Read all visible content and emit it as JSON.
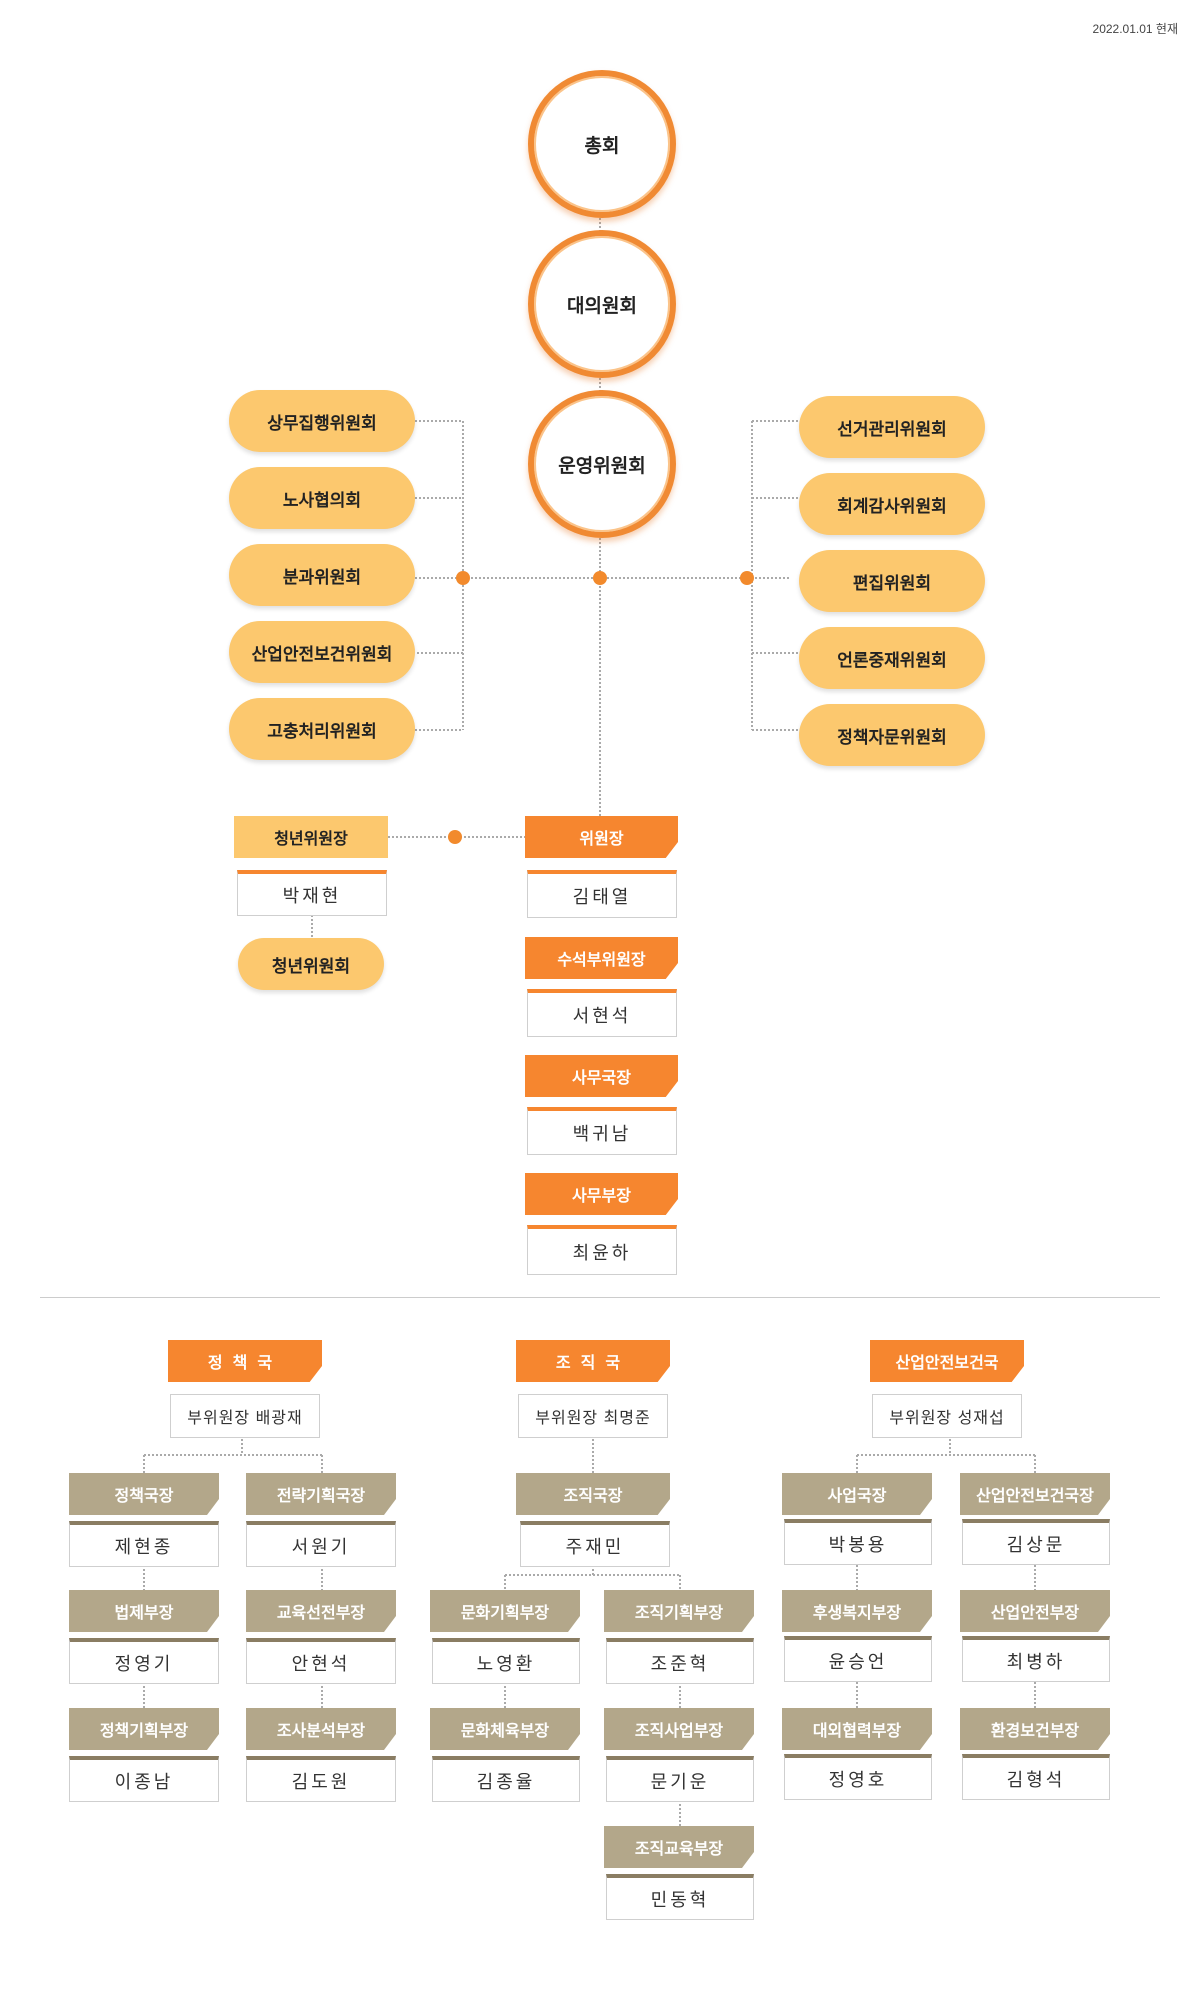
{
  "date": "2022.01.01 현재",
  "top": {
    "general": "총회",
    "delegates": "대의원회",
    "operating": "운영위원회"
  },
  "left_committees": [
    "상무집행위원회",
    "노사협의회",
    "분과위원회",
    "산업안전보건위원회",
    "고충처리위원회"
  ],
  "right_committees": [
    "선거관리위원회",
    "회계감사위원회",
    "편집위원회",
    "언론중재위원회",
    "정책자문위원회"
  ],
  "youth": {
    "title": "청년위원장",
    "name": "박재현",
    "committee": "청년위원회"
  },
  "leadership": [
    {
      "title": "위원장",
      "name": "김태열"
    },
    {
      "title": "수석부위원장",
      "name": "서현석"
    },
    {
      "title": "사무국장",
      "name": "백귀남"
    },
    {
      "title": "사무부장",
      "name": "최윤하"
    }
  ],
  "bureaus": {
    "policy": {
      "title": "정책국",
      "vice": "부위원장 배광재",
      "left": [
        {
          "title": "정책국장",
          "name": "제현종"
        },
        {
          "title": "법제부장",
          "name": "정영기"
        },
        {
          "title": "정책기획부장",
          "name": "이종남"
        }
      ],
      "right": [
        {
          "title": "전략기획국장",
          "name": "서원기"
        },
        {
          "title": "교육선전부장",
          "name": "안현석"
        },
        {
          "title": "조사분석부장",
          "name": "김도원"
        }
      ]
    },
    "org": {
      "title": "조직국",
      "vice": "부위원장 최명준",
      "head": {
        "title": "조직국장",
        "name": "주재민"
      },
      "left": [
        {
          "title": "문화기획부장",
          "name": "노영환"
        },
        {
          "title": "문화체육부장",
          "name": "김종율"
        }
      ],
      "right": [
        {
          "title": "조직기획부장",
          "name": "조준혁"
        },
        {
          "title": "조직사업부장",
          "name": "문기운"
        },
        {
          "title": "조직교육부장",
          "name": "민동혁"
        }
      ]
    },
    "safety": {
      "title": "산업안전보건국",
      "vice": "부위원장 성재섭",
      "left": [
        {
          "title": "사업국장",
          "name": "박봉용"
        },
        {
          "title": "후생복지부장",
          "name": "윤승언"
        },
        {
          "title": "대외협력부장",
          "name": "정영호"
        }
      ],
      "right": [
        {
          "title": "산업안전보건국장",
          "name": "김상문"
        },
        {
          "title": "산업안전부장",
          "name": "최병하"
        },
        {
          "title": "환경보건부장",
          "name": "김형석"
        }
      ]
    }
  }
}
